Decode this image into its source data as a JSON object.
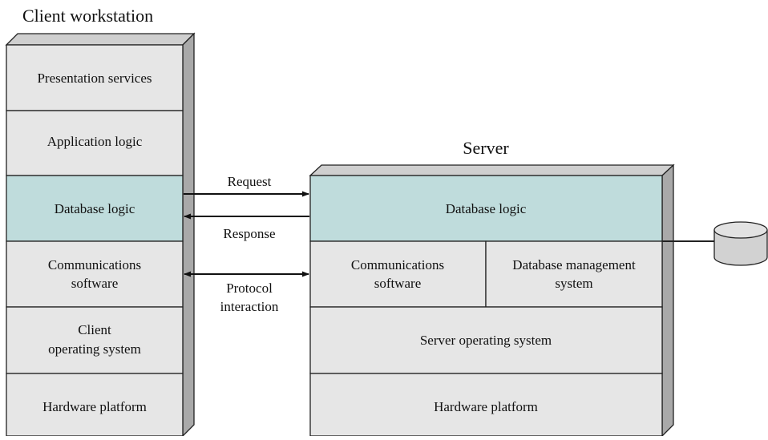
{
  "colors": {
    "box_fill": "#e6e6e6",
    "highlight_fill": "#bfdcdc",
    "side_face": "#a9a9a9",
    "top_face": "#cfcfcf",
    "stroke": "#222222",
    "cylinder_fill": "#d2d2d2"
  },
  "client": {
    "title": "Client workstation",
    "layers": {
      "presentation": "Presentation services",
      "application": "Application logic",
      "database": "Database logic",
      "communications": [
        "Communications",
        "software"
      ],
      "os": [
        "Client",
        "operating system"
      ],
      "hardware": "Hardware platform"
    }
  },
  "server": {
    "title": "Server",
    "layers": {
      "database": "Database logic",
      "communications": [
        "Communications",
        "software"
      ],
      "dbms": [
        "Database management",
        "system"
      ],
      "os": "Server operating system",
      "hardware": "Hardware platform"
    }
  },
  "arrows": {
    "request": "Request",
    "response": "Response",
    "protocol": [
      "Protocol",
      "interaction"
    ]
  },
  "icons": {
    "database": "database-cylinder-icon"
  }
}
